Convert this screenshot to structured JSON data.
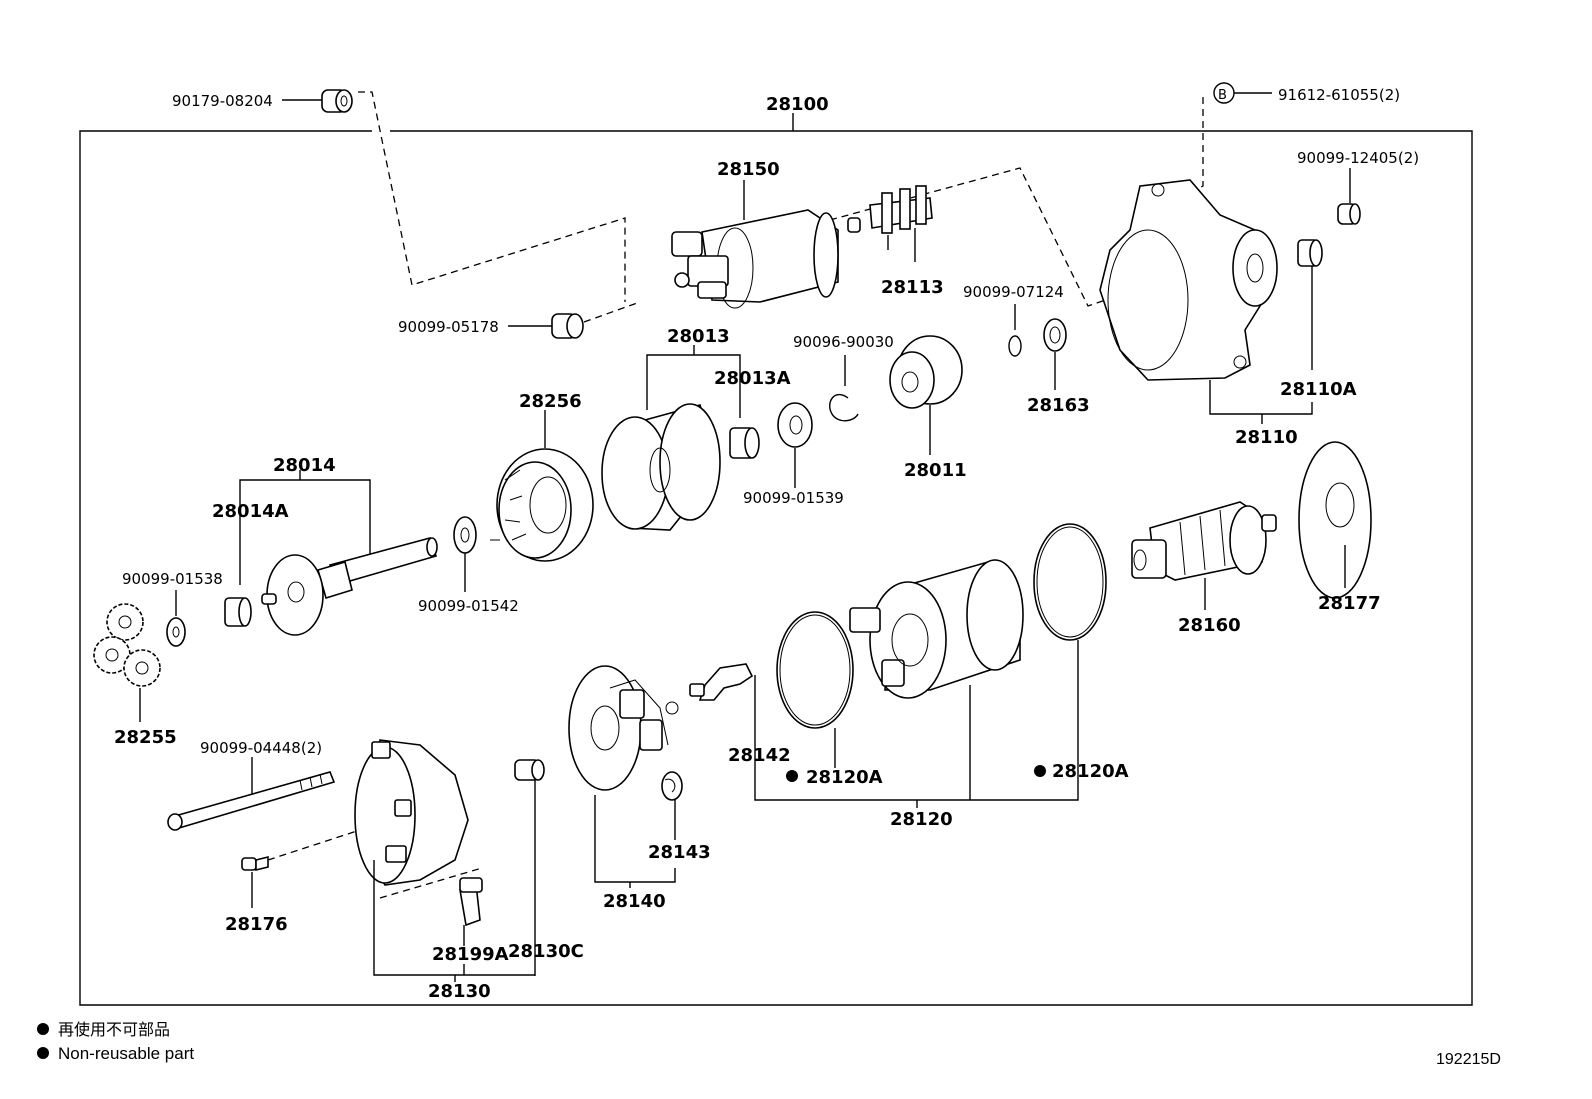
{
  "labels": {
    "l90179_08204": "90179-08204",
    "l28100": "28100",
    "lB": "B",
    "l91612_61055": "91612-61055(2)",
    "l90099_12405": "90099-12405(2)",
    "l28150": "28150",
    "l28113": "28113",
    "l90099_05178": "90099-05178",
    "l90099_07124": "90099-07124",
    "l28013": "28013",
    "l90096_90030": "90096-90030",
    "l28013A": "28013A",
    "l28256": "28256",
    "l28163": "28163",
    "l28110A": "28110A",
    "l28110": "28110",
    "l28014": "28014",
    "l28011": "28011",
    "l90099_01539": "90099-01539",
    "l28014A": "28014A",
    "l90099_01538": "90099-01538",
    "l90099_01542": "90099-01542",
    "l28160": "28160",
    "l28177": "28177",
    "l28255": "28255",
    "l90099_04448": "90099-04448(2)",
    "l28142": "28142",
    "l28120A_1": "28120A",
    "l28120A_2": "28120A",
    "l28120": "28120",
    "l28143": "28143",
    "l28176": "28176",
    "l28140": "28140",
    "l28199A": "28199A",
    "l28130C": "28130C",
    "l28130": "28130"
  },
  "legend": {
    "jp": "再使用不可部品",
    "en": "Non-reusable part"
  },
  "diagram_id": "192215D"
}
